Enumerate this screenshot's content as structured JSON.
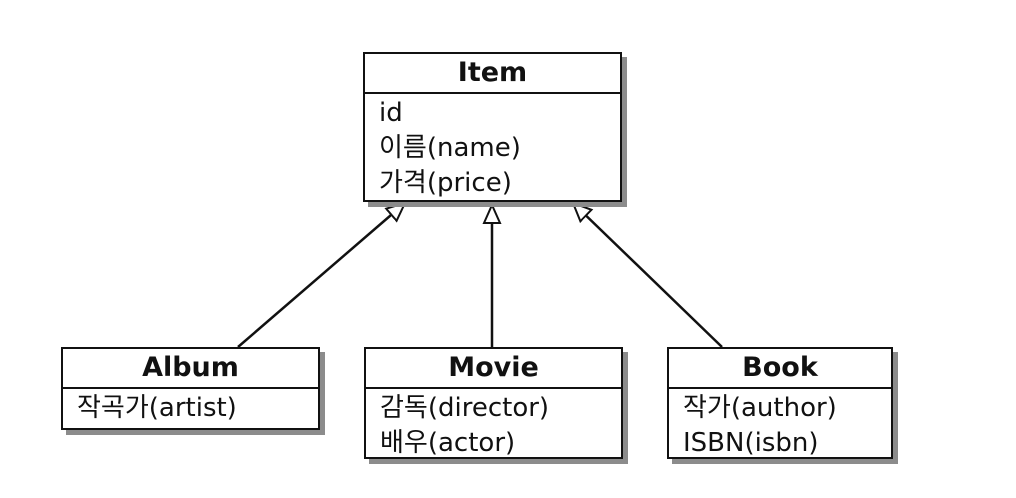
{
  "diagram": {
    "parent": {
      "title": "Item",
      "attributes": [
        "id",
        "이름(name)",
        "가격(price)"
      ]
    },
    "children": [
      {
        "title": "Album",
        "attributes": [
          "작곡가(artist)"
        ]
      },
      {
        "title": "Movie",
        "attributes": [
          "감독(director)",
          "배우(actor)"
        ]
      },
      {
        "title": "Book",
        "attributes": [
          "작가(author)",
          "ISBN(isbn)"
        ]
      }
    ]
  }
}
